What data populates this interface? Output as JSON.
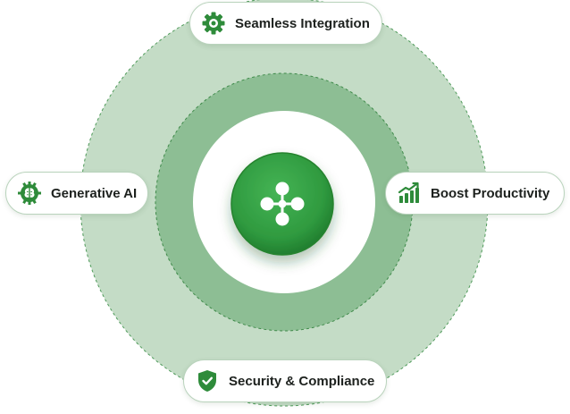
{
  "colors": {
    "outer_ring": "#c4dcc6",
    "middle_ring": "#8dbe94",
    "inner_disc": "#ffffff",
    "hub_green": "#2f9a3f",
    "icon_green": "#2e8b3a"
  },
  "hub": {
    "icon": "network-nodes-icon"
  },
  "features": {
    "top": {
      "label": "Seamless Integration",
      "icon": "gear-icon"
    },
    "left": {
      "label": "Generative AI",
      "icon": "brain-chip-icon"
    },
    "right": {
      "label": "Boost Productivity",
      "icon": "growth-chart-icon"
    },
    "bottom": {
      "label": "Security & Compliance",
      "icon": "shield-check-icon"
    }
  }
}
